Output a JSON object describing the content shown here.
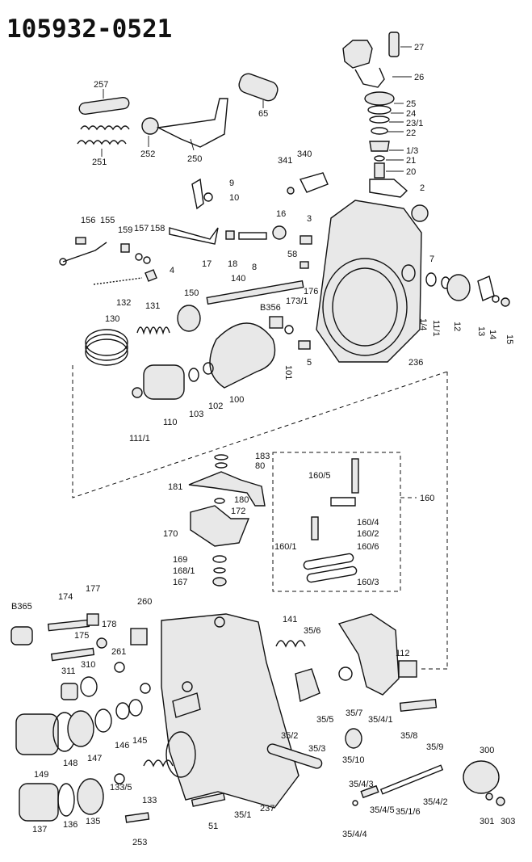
{
  "title": "105932-0521",
  "labels": {
    "l27": "27",
    "l26": "26",
    "l25": "25",
    "l24": "24",
    "l23_1": "23/1",
    "l22": "22",
    "l1_3": "1/3",
    "l21": "21",
    "l20": "20",
    "l257": "257",
    "l65": "65",
    "l252": "252",
    "l250": "250",
    "l251": "251",
    "l340": "340",
    "l341": "341",
    "l9": "9",
    "l10": "10",
    "l2": "2",
    "l156": "156",
    "l155": "155",
    "l159": "159",
    "l157": "157",
    "l158": "158",
    "l16": "16",
    "l3": "3",
    "l17": "17",
    "l18": "18",
    "l8": "8",
    "l58": "58",
    "l4": "4",
    "l132": "132",
    "l150": "150",
    "l140": "140",
    "l176": "176",
    "l7": "7",
    "l131": "131",
    "lB356": "B356",
    "l173_1": "173/1",
    "l130": "130",
    "l1_4": "1/4",
    "l11_1": "11/1",
    "l12": "12",
    "l13": "13",
    "l14": "14",
    "l15": "15",
    "l5": "5",
    "l101": "101",
    "l236": "236",
    "l102": "102",
    "l100": "100",
    "l103": "103",
    "l110": "110",
    "l111_1": "111/1",
    "l183": "183",
    "l80": "80",
    "l160_5": "160/5",
    "l160": "160",
    "l181": "181",
    "l180": "180",
    "l172": "172",
    "l160_4": "160/4",
    "l160_2": "160/2",
    "l170": "170",
    "l160_1": "160/1",
    "l160_6": "160/6",
    "l169": "169",
    "l168_1": "168/1",
    "l167": "167",
    "l160_3": "160/3",
    "lB365": "B365",
    "l174": "174",
    "l177": "177",
    "l260": "260",
    "l141": "141",
    "l178": "178",
    "l175": "175",
    "l35_6": "35/6",
    "l261": "261",
    "l112": "112",
    "l311": "311",
    "l310": "310",
    "l35_5": "35/5",
    "l35_7": "35/7",
    "l35_4_1": "35/4/1",
    "l146": "146",
    "l145": "145",
    "l35_8": "35/8",
    "l35_9": "35/9",
    "l35_2": "35/2",
    "l149": "149",
    "l148": "148",
    "l147": "147",
    "l35_3": "35/3",
    "l35_10": "35/10",
    "l300": "300",
    "l133_5": "133/5",
    "l133": "133",
    "l35_4_3": "35/4/3",
    "l35_4_2": "35/4/2",
    "l137": "137",
    "l136": "136",
    "l135": "135",
    "l35_1": "35/1",
    "l237": "237",
    "l35_4_5": "35/4/5",
    "l35_1_6": "35/1/6",
    "l301": "301",
    "l303": "303",
    "l51": "51",
    "l253": "253",
    "l35_4_4": "35/4/4"
  }
}
